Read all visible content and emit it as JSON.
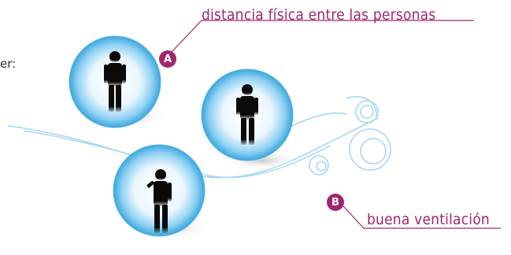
{
  "labels": {
    "a_text": "distancia física entre las personas",
    "b_text": "buena ventilación",
    "partial_text": "er:"
  },
  "badges": {
    "a": "A",
    "b": "B"
  },
  "colors": {
    "accent": "#a0276f",
    "bubble": "#4fb3e6",
    "wind": "#a9d6ee",
    "person": "#0a0a0a"
  }
}
